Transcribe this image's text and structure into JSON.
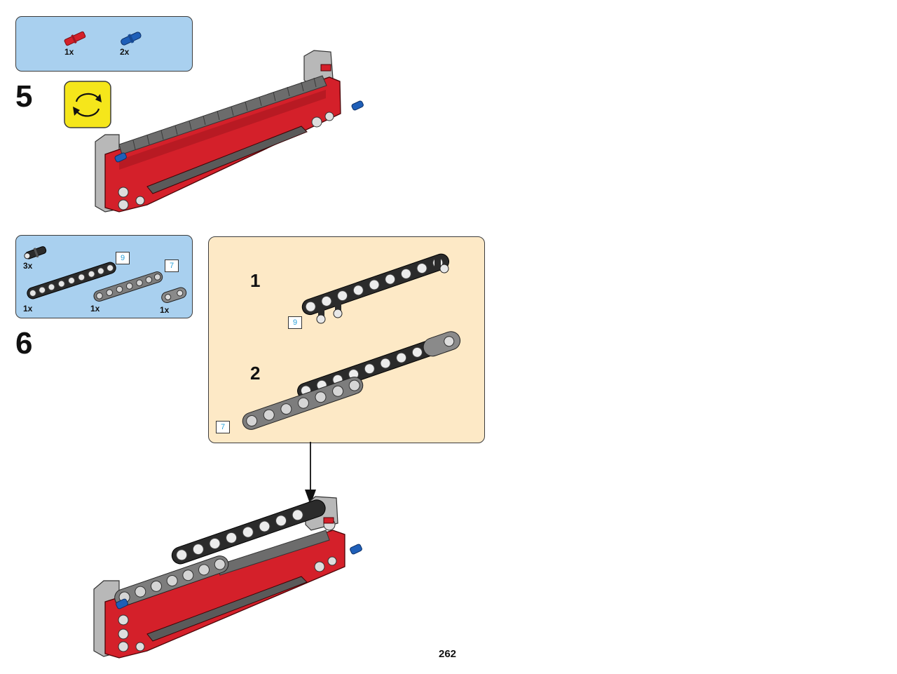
{
  "step5": {
    "number": "5",
    "parts": [
      {
        "name": "red-axle-pin",
        "qty": "1x",
        "color": "#d4202a"
      },
      {
        "name": "blue-axle-pin",
        "qty": "2x",
        "color": "#1f5fb8"
      }
    ],
    "rotate_icon": "rotate-model-icon"
  },
  "step6": {
    "number": "6",
    "parts": [
      {
        "name": "black-friction-pin",
        "qty": "3x"
      },
      {
        "name": "black-beam-9",
        "qty": "1x",
        "length": "9"
      },
      {
        "name": "grey-beam-7",
        "qty": "1x",
        "length": "7"
      },
      {
        "name": "grey-beam-2",
        "qty": "1x"
      }
    ],
    "sub_steps": [
      {
        "number": "1",
        "length": "9"
      },
      {
        "number": "2",
        "length": "7"
      }
    ]
  },
  "page_number": "262",
  "colors": {
    "parts_bg": "#a9d0ef",
    "substep_bg": "#fde9c6",
    "rotate_bg": "#f5e61b",
    "brick_red": "#d4202a",
    "brick_blue": "#1f5fb8",
    "beam_black": "#2b2b2b",
    "beam_grey": "#7d7d7d"
  }
}
